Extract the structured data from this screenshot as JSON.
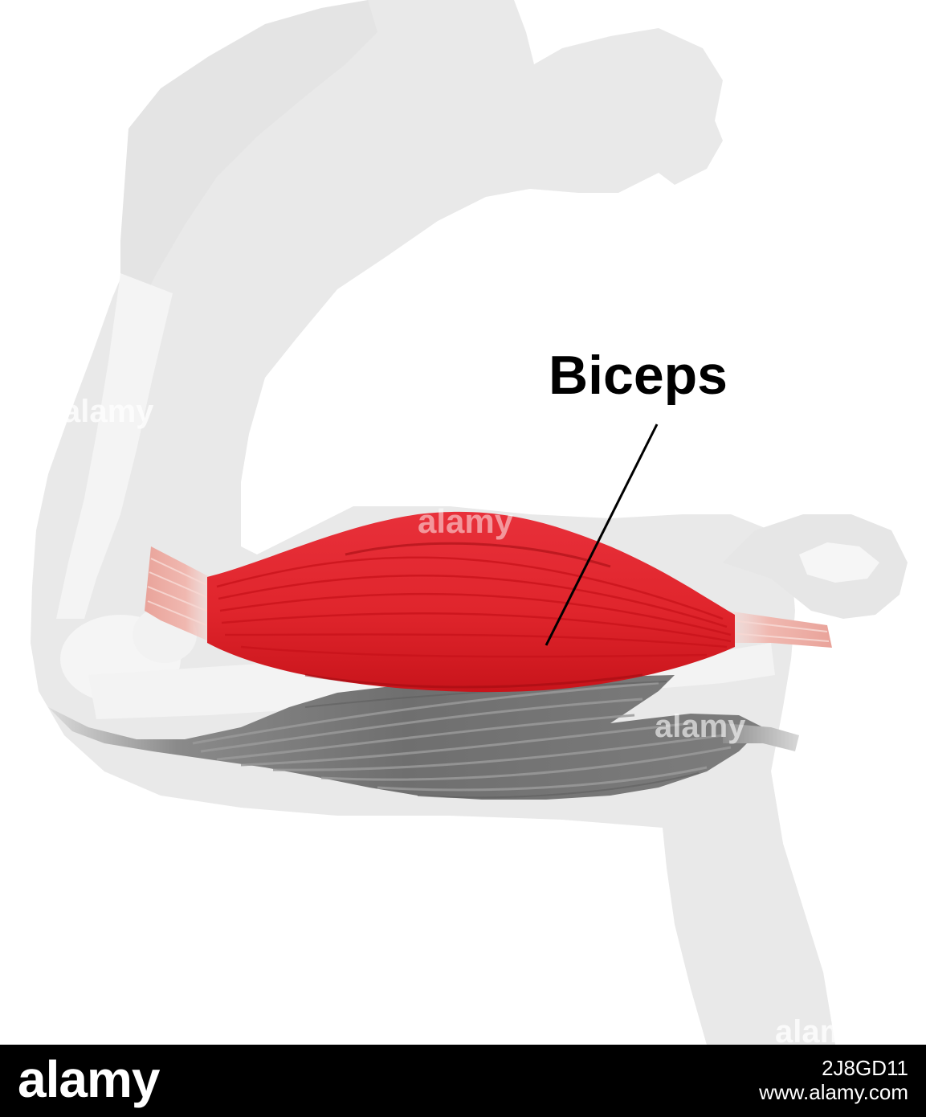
{
  "diagram": {
    "label": "Biceps",
    "colors": {
      "silhouette": "#e9e9e9",
      "bone": "#f6f6f6",
      "biceps": "#e0252c",
      "biceps_dark": "#c0121a",
      "tendon": "#e9a39a",
      "brachialis": "#7b7b7b",
      "brachialis_dark": "#5c5c5c",
      "leader_line": "#000000"
    }
  },
  "watermark": {
    "text": "alamy",
    "icon": "a"
  },
  "footer": {
    "logo": "alamy",
    "image_id": "2J8GD11",
    "url": "www.alamy.com"
  }
}
